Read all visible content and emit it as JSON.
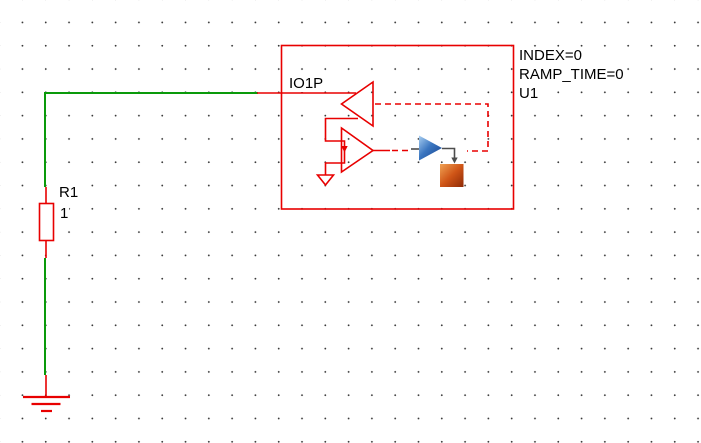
{
  "canvas": {
    "kind": "schematic grid canvas"
  },
  "component_u1": {
    "port_label": "IO1P",
    "properties": [
      "INDEX=0",
      "RAMP_TIME=0"
    ],
    "reference": "U1"
  },
  "resistor_r1": {
    "reference": "R1",
    "value": "1"
  },
  "icons": {
    "blue_arrow": "blue-arrow-icon",
    "orange_block": "orange-block-icon"
  },
  "colors": {
    "background": "#ffffff",
    "grid_dot": "#3a3a3a",
    "wire_green": "#0a9a0a",
    "schematic_red": "#e80000",
    "gray_line": "#4d4d4d",
    "blue_light": "#9cc7ef",
    "blue_dark": "#123f8c",
    "orange_light": "#f0a254",
    "orange_mid": "#cf5517",
    "orange_dark": "#8e2a06"
  }
}
